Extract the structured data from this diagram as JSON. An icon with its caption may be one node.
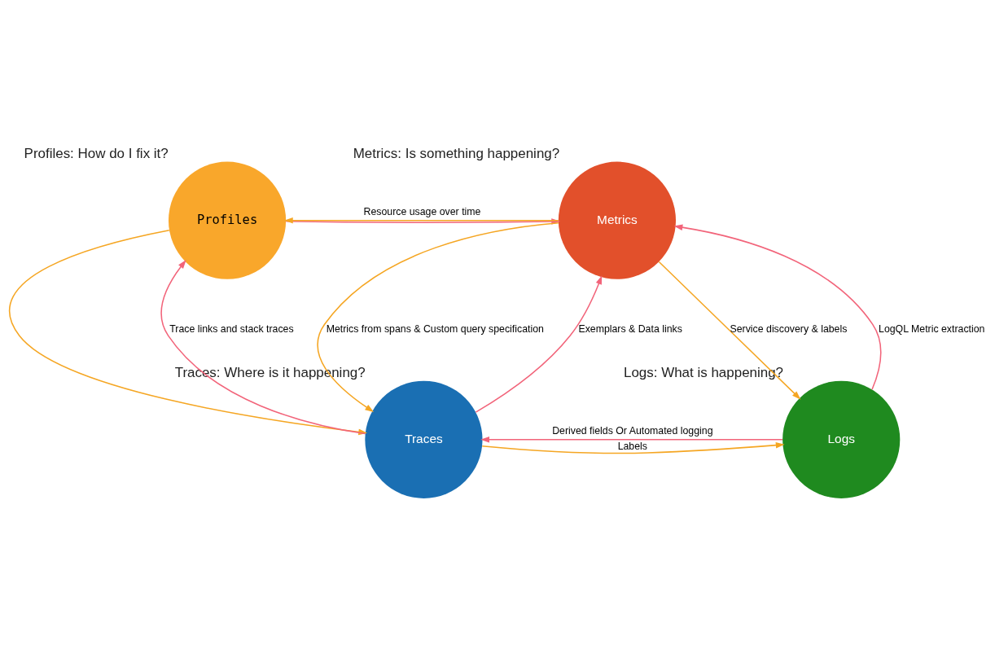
{
  "diagram": {
    "nodes": [
      {
        "text": [
          "Profiles: How do I fix it?",
          "Profiles"
        ]
      },
      {
        "text": [
          "Metrics: Is something happening?",
          "Metrics"
        ]
      },
      {
        "text": [
          "Traces: Where is it happening?",
          "Traces"
        ]
      },
      {
        "text": [
          "Logs: What is happening?",
          "Logs"
        ]
      }
    ],
    "edges": [
      {
        "from": 1,
        "to": 0,
        "arrow": "to",
        "label": "Resource usage over time",
        "color": "#f5a623"
      },
      {
        "from": 0,
        "to": 1,
        "arrow": "to",
        "color": "#f2647a"
      },
      {
        "from": 0,
        "to": 2,
        "arrow": "to",
        "color": "#f5a623"
      },
      {
        "from": 2,
        "to": 0,
        "arrow": "to",
        "label": "Trace links and stack traces",
        "color": "#f2647a"
      },
      {
        "from": 2,
        "to": 1,
        "arrow": "to",
        "label": "Exemplars & Data links",
        "color": "#f2647a"
      },
      {
        "from": 1,
        "to": 2,
        "arrow": "to",
        "label": "Metrics from spans & Custom query specification",
        "color": "#f5a623"
      },
      {
        "from": 1,
        "to": 3,
        "arrow": "to",
        "label": "Service discovery & labels",
        "color": "#f5a623"
      },
      {
        "from": 3,
        "to": 1,
        "arrow": "to",
        "label": "LogQL Metric extraction",
        "color": "#f2647a"
      },
      {
        "from": 2,
        "to": 3,
        "arrow": "to",
        "label": "Labels",
        "color": "#f5a623"
      },
      {
        "from": 3,
        "to": 2,
        "arrow": "to",
        "label": "Derived fields Or Automated logging",
        "color": "#f2647a"
      }
    ]
  }
}
